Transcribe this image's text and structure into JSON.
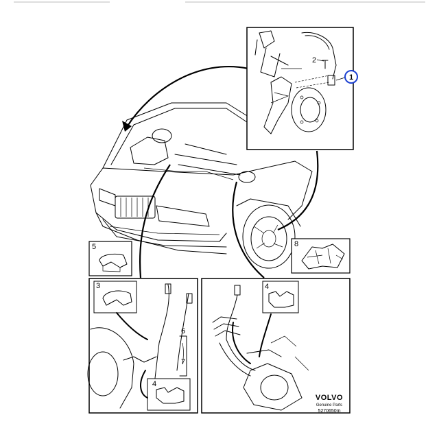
{
  "callouts": {
    "main_item": "1",
    "bolt": "2",
    "clip_a": "3",
    "clip_b": "4",
    "clip_c": "4",
    "bracket_5": "5",
    "grommet_6": "6",
    "grommet_7": "7",
    "fitting_8": "8"
  },
  "brand": {
    "name": "VOLVO",
    "subtitle": "Genuine Parts",
    "ref_code": "5270650m"
  },
  "colors": {
    "line": "#000000",
    "callout_highlight": "#1a3fd1",
    "background": "#ffffff"
  }
}
